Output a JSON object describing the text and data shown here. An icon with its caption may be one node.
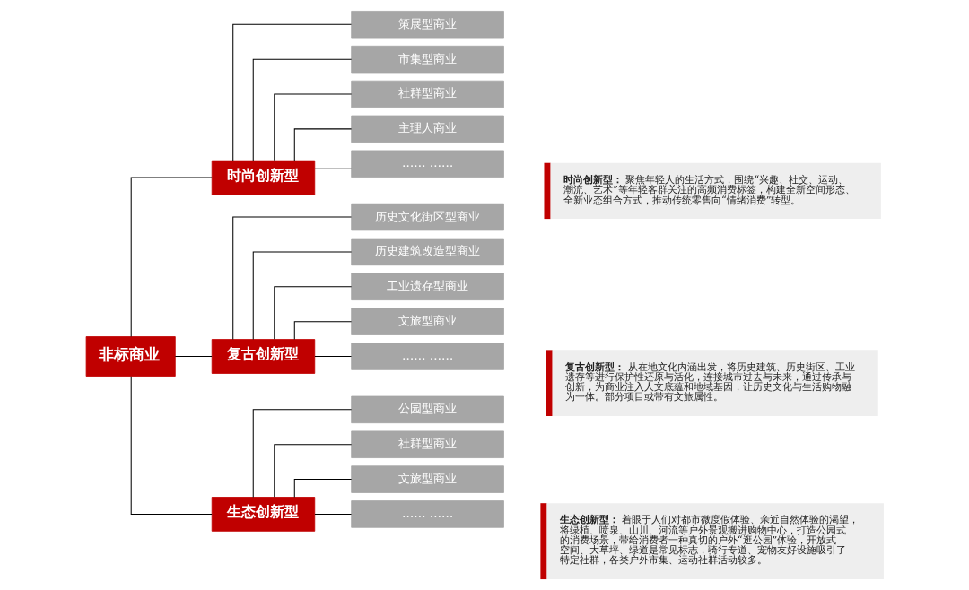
{
  "diagram": {
    "nodes": [
      {
        "text": [
          "非标商业"
        ]
      },
      {
        "text": [
          "时尚创新型"
        ]
      },
      {
        "text": [
          "策展型商业"
        ]
      },
      {
        "text": [
          "市集型商业"
        ]
      },
      {
        "text": [
          "社群型商业"
        ]
      },
      {
        "text": [
          "主理人商业"
        ]
      },
      {
        "text": [
          "…… ……"
        ]
      },
      {
        "text": [
          "**时尚创新型：**聚焦年轻人的生活方式，围绕“兴趣、社交、运动、潮流、艺术”等年轻客群关注的高频消费标签，构建全新空间形态、全新业态组合方式，推动传统零售向“情绪消费”转型。"
        ]
      },
      {
        "text": [
          "复古创新型"
        ]
      },
      {
        "text": [
          "历史文化街区型商业"
        ]
      },
      {
        "text": [
          "历史建筑改造型商业"
        ]
      },
      {
        "text": [
          "工业遗存型商业"
        ]
      },
      {
        "text": [
          "文旅型商业"
        ]
      },
      {
        "text": [
          "…… ……"
        ]
      },
      {
        "text": [
          "**复古创新型：**从在地文化内涵出发，将历史建筑、历史街区、工业遗存等进行保护性还原与活化，连接城市过去与未来，通过传承与创新，为商业注入人文底蕴和地域基因，让历史文化与生活购物融为一体。部分项目或带有文旅属性。"
        ]
      },
      {
        "text": [
          "生态创新型"
        ]
      },
      {
        "text": [
          "公园型商业"
        ]
      },
      {
        "text": [
          "社群型商业"
        ]
      },
      {
        "text": [
          "文旅型商业"
        ]
      },
      {
        "text": [
          "…… ……"
        ]
      },
      {
        "text": [
          "**生态创新型：**着眼于人们对都市微度假体验、亲近自然体验的渴望，将绿植、喷泉、山川、河流等户外景观搬进购物中心，打造公园式的消费场景，带给消费者一种真切的户外“逛公园”体验，开放式空间、大草坪、绿道是常见标志，骑行专道、宠物友好设施吸引了特定社群，各类户外市集、运动社群活动较多。"
        ]
      }
    ],
    "edges": [
      {
        "from": 0,
        "to": 1,
        "arrow": "none"
      },
      {
        "from": 0,
        "to": 8,
        "arrow": "none"
      },
      {
        "from": 0,
        "to": 15,
        "arrow": "none"
      },
      {
        "from": 1,
        "to": 2,
        "arrow": "none"
      },
      {
        "from": 1,
        "to": 3,
        "arrow": "none"
      },
      {
        "from": 1,
        "to": 4,
        "arrow": "none"
      },
      {
        "from": 1,
        "to": 5,
        "arrow": "none"
      },
      {
        "from": 1,
        "to": 6,
        "arrow": "none"
      },
      {
        "from": 8,
        "to": 9,
        "arrow": "none"
      },
      {
        "from": 8,
        "to": 10,
        "arrow": "none"
      },
      {
        "from": 8,
        "to": 11,
        "arrow": "none"
      },
      {
        "from": 8,
        "to": 12,
        "arrow": "none"
      },
      {
        "from": 8,
        "to": 13,
        "arrow": "none"
      },
      {
        "from": 15,
        "to": 16,
        "arrow": "none"
      },
      {
        "from": 15,
        "to": 17,
        "arrow": "none"
      },
      {
        "from": 15,
        "to": 18,
        "arrow": "none"
      },
      {
        "from": 15,
        "to": 19,
        "arrow": "none"
      }
    ]
  }
}
